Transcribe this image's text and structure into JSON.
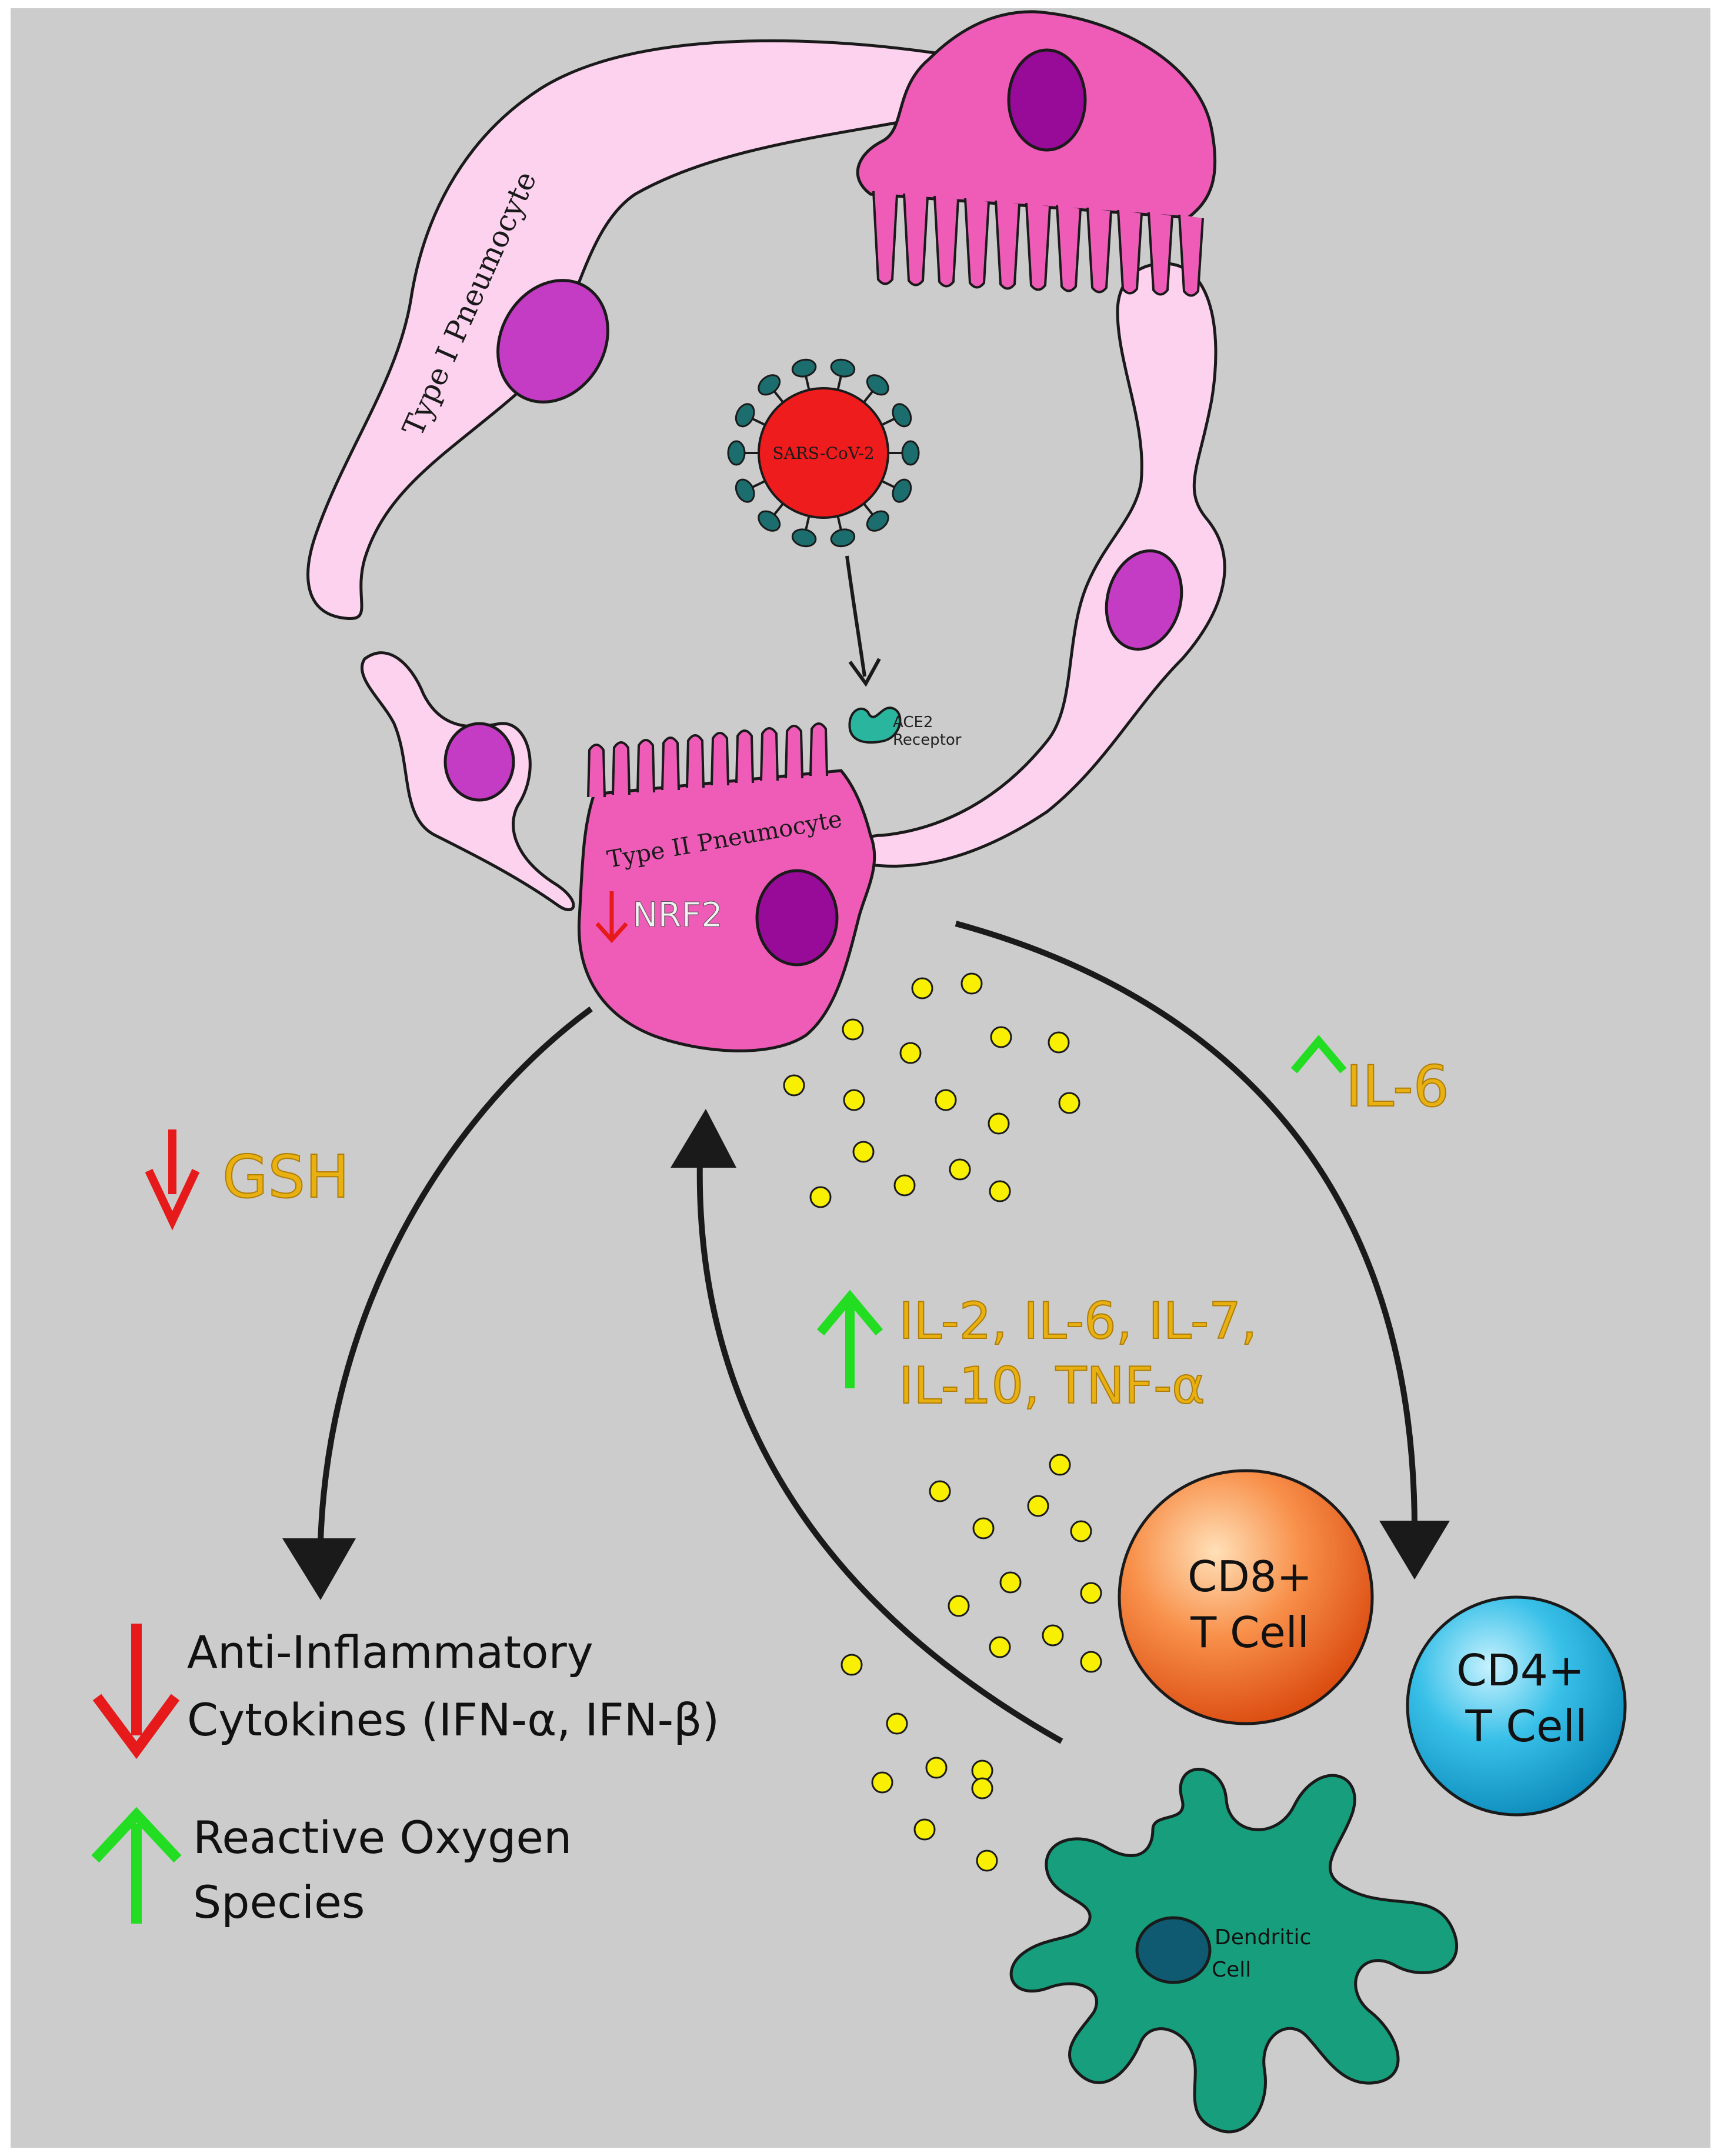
{
  "labels": {
    "type1": "Type I Pneumocyte",
    "type2": "Type II Pneumocyte",
    "virus": "SARS-CoV-2",
    "ace2_line1": "ACE2",
    "ace2_line2": "Receptor",
    "nrf2": "NRF2",
    "gsh": "GSH",
    "il6": "IL-6",
    "cytokines_line1": "IL-2, IL-6, IL-7,",
    "cytokines_line2": "IL-10, TNF-α",
    "antiinf_line1": "Anti-Inflammatory",
    "antiinf_line2": "Cytokines (IFN-α, IFN-β)",
    "ros_line1": "Reactive Oxygen",
    "ros_line2": "Species",
    "cd8_line1": "CD8+",
    "cd8_line2": "T Cell",
    "cd4_line1": "CD4+",
    "cd4_line2": "T Cell",
    "dendritic_line1": "Dendritic",
    "dendritic_line2": "Cell"
  },
  "colors": {
    "background": "#cccccc",
    "type1_cell": "#fcd2ee",
    "type2_cell": "#ee5cb8",
    "nucleus_light": "#c43cc4",
    "nucleus_dark": "#980a98",
    "virus": "#ee1c1c",
    "spike": "#1c6e6e",
    "ace2": "#2ab59e",
    "cytokine": "#f8f000",
    "cytokine_text": "#e8a810",
    "up_arrow": "#22dd22",
    "down_arrow": "#ee1a1a",
    "cd8": "#f25a10",
    "cd4": "#17a8d2",
    "dendritic": "#179e7c",
    "dendritic_nucleus": "#0f5a70"
  },
  "indicators": {
    "nrf2": "down",
    "gsh": "down",
    "il6": "up",
    "cytokines": "up",
    "anti_inflammatory": "down",
    "ros": "up"
  }
}
